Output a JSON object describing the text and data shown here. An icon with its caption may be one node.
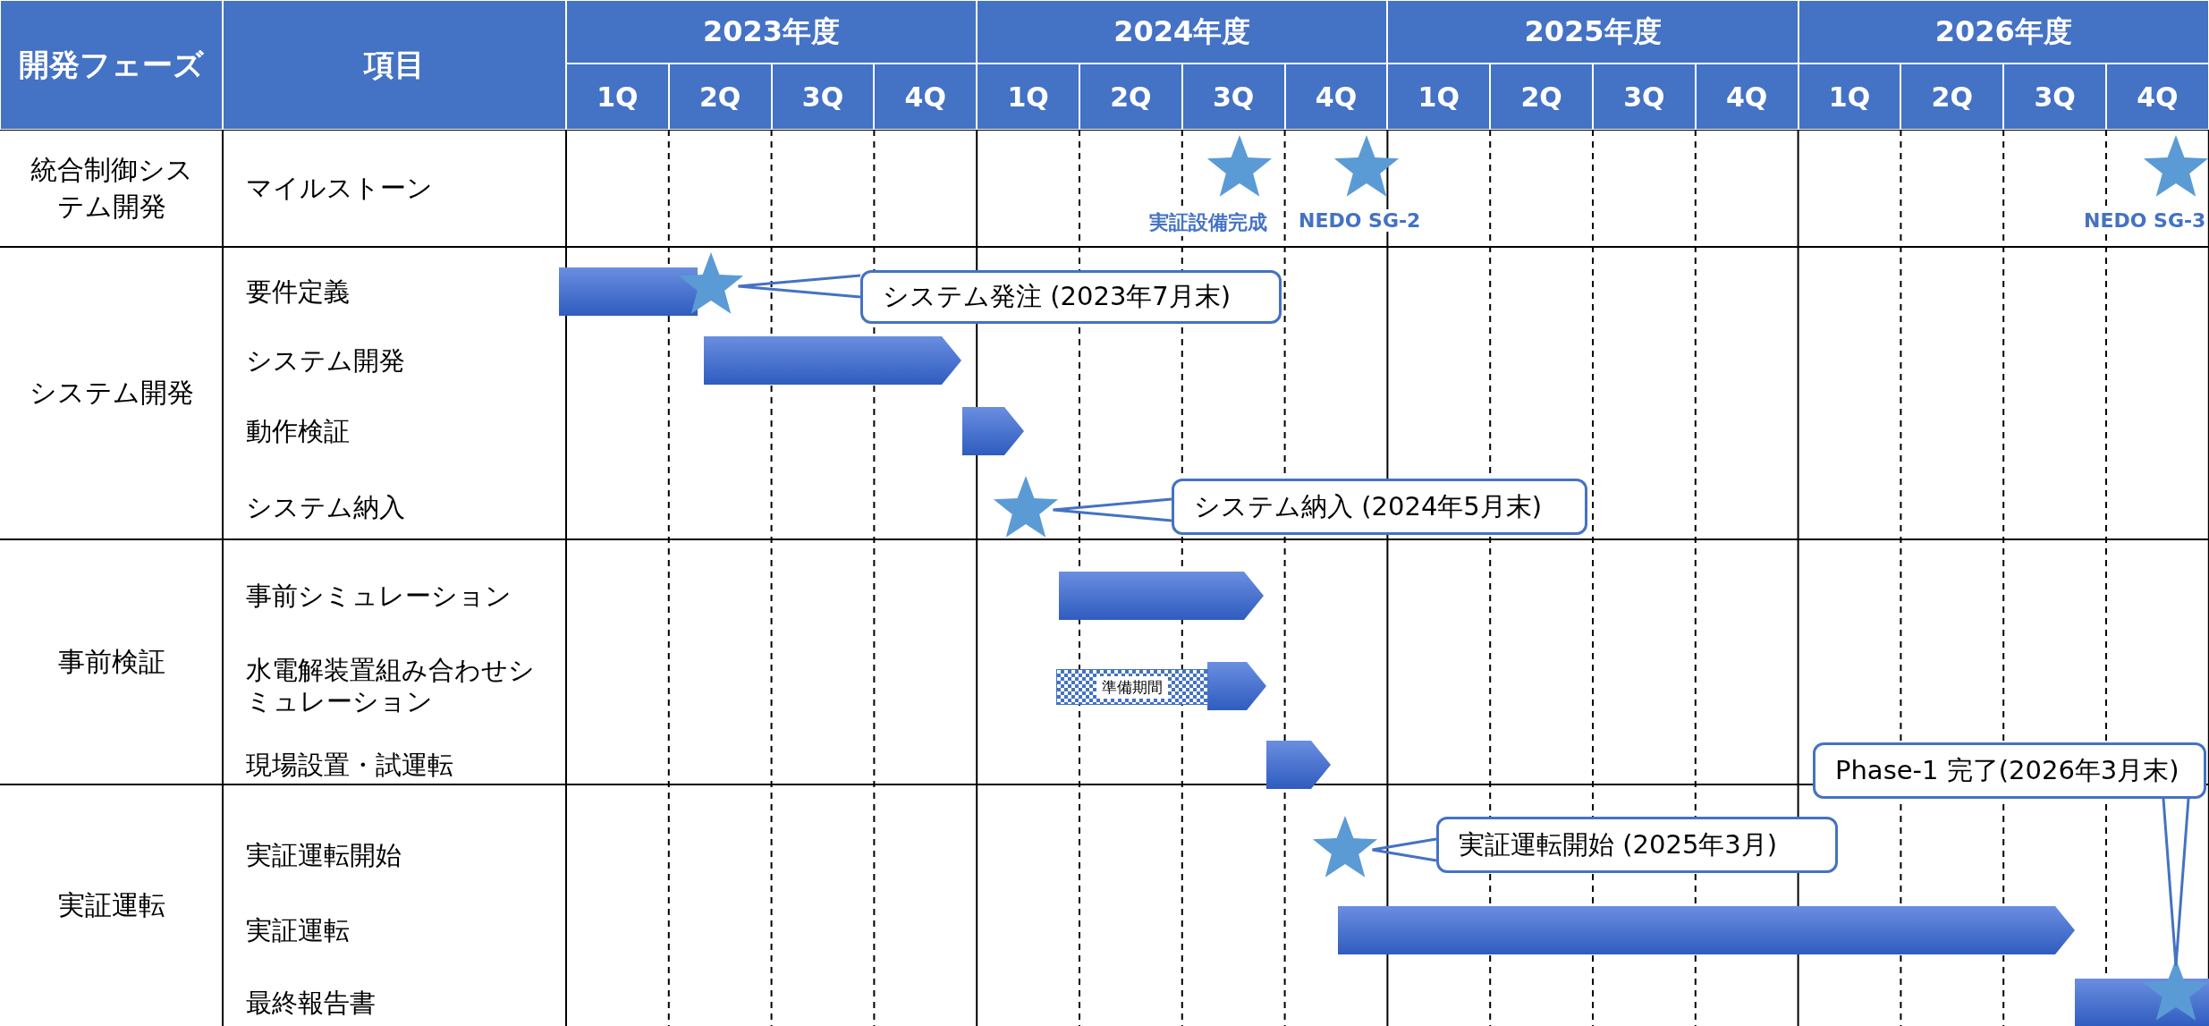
{
  "diagram": {
    "nodes": [
      {
        "text": [
          "システム発注 (2023年7月末)"
        ]
      },
      {
        "text": [],
        "shape": "star"
      },
      {
        "text": [],
        "shape": "bar"
      },
      {
        "text": [],
        "shape": "bar"
      },
      {
        "text": [],
        "shape": "bar"
      },
      {
        "text": [
          "システム納入 (2024年5月末)"
        ]
      },
      {
        "text": [],
        "shape": "star"
      },
      {
        "text": [],
        "shape": "bar"
      },
      {
        "text": [
          "準備期間"
        ]
      },
      {
        "text": [],
        "shape": "bar"
      },
      {
        "text": [],
        "shape": "bar"
      },
      {
        "text": [
          "Phase-1 完了(2026年3月末)"
        ]
      },
      {
        "text": [
          "実証運転開始 (2025年3月)"
        ]
      },
      {
        "text": [],
        "shape": "star"
      },
      {
        "text": [],
        "shape": "bar"
      },
      {
        "text": [],
        "shape": "bar"
      },
      {
        "text": [],
        "shape": "star"
      }
    ],
    "edges": [
      {
        "from": 0,
        "to": 1,
        "arrow": "none"
      },
      {
        "from": 5,
        "to": 6,
        "arrow": "none"
      },
      {
        "from": 12,
        "to": 13,
        "arrow": "none"
      },
      {
        "from": 11,
        "to": 16,
        "arrow": "none"
      }
    ],
    "labels": [
      "開発フェーズ",
      "項目",
      "2023年度",
      "2024年度",
      "2025年度",
      "2026年度",
      "1Q",
      "2Q",
      "3Q",
      "4Q",
      "1Q",
      "2Q",
      "3Q",
      "4Q",
      "1Q",
      "2Q",
      "3Q",
      "4Q",
      "1Q",
      "2Q",
      "3Q",
      "4Q",
      "統合制御システム開発",
      "マイルストーン",
      "実証設備完成",
      "NEDO SG-2",
      "NEDO SG-3",
      "システム開発",
      "要件定義",
      "システム開発",
      "動作検証",
      "システム納入",
      "事前検証",
      "事前シミュレーション",
      "水電解装置組み合わせシミュレーション",
      "現場設置・試運転",
      "実証運転",
      "実証運転開始",
      "実証運転",
      "最終報告書"
    ]
  }
}
